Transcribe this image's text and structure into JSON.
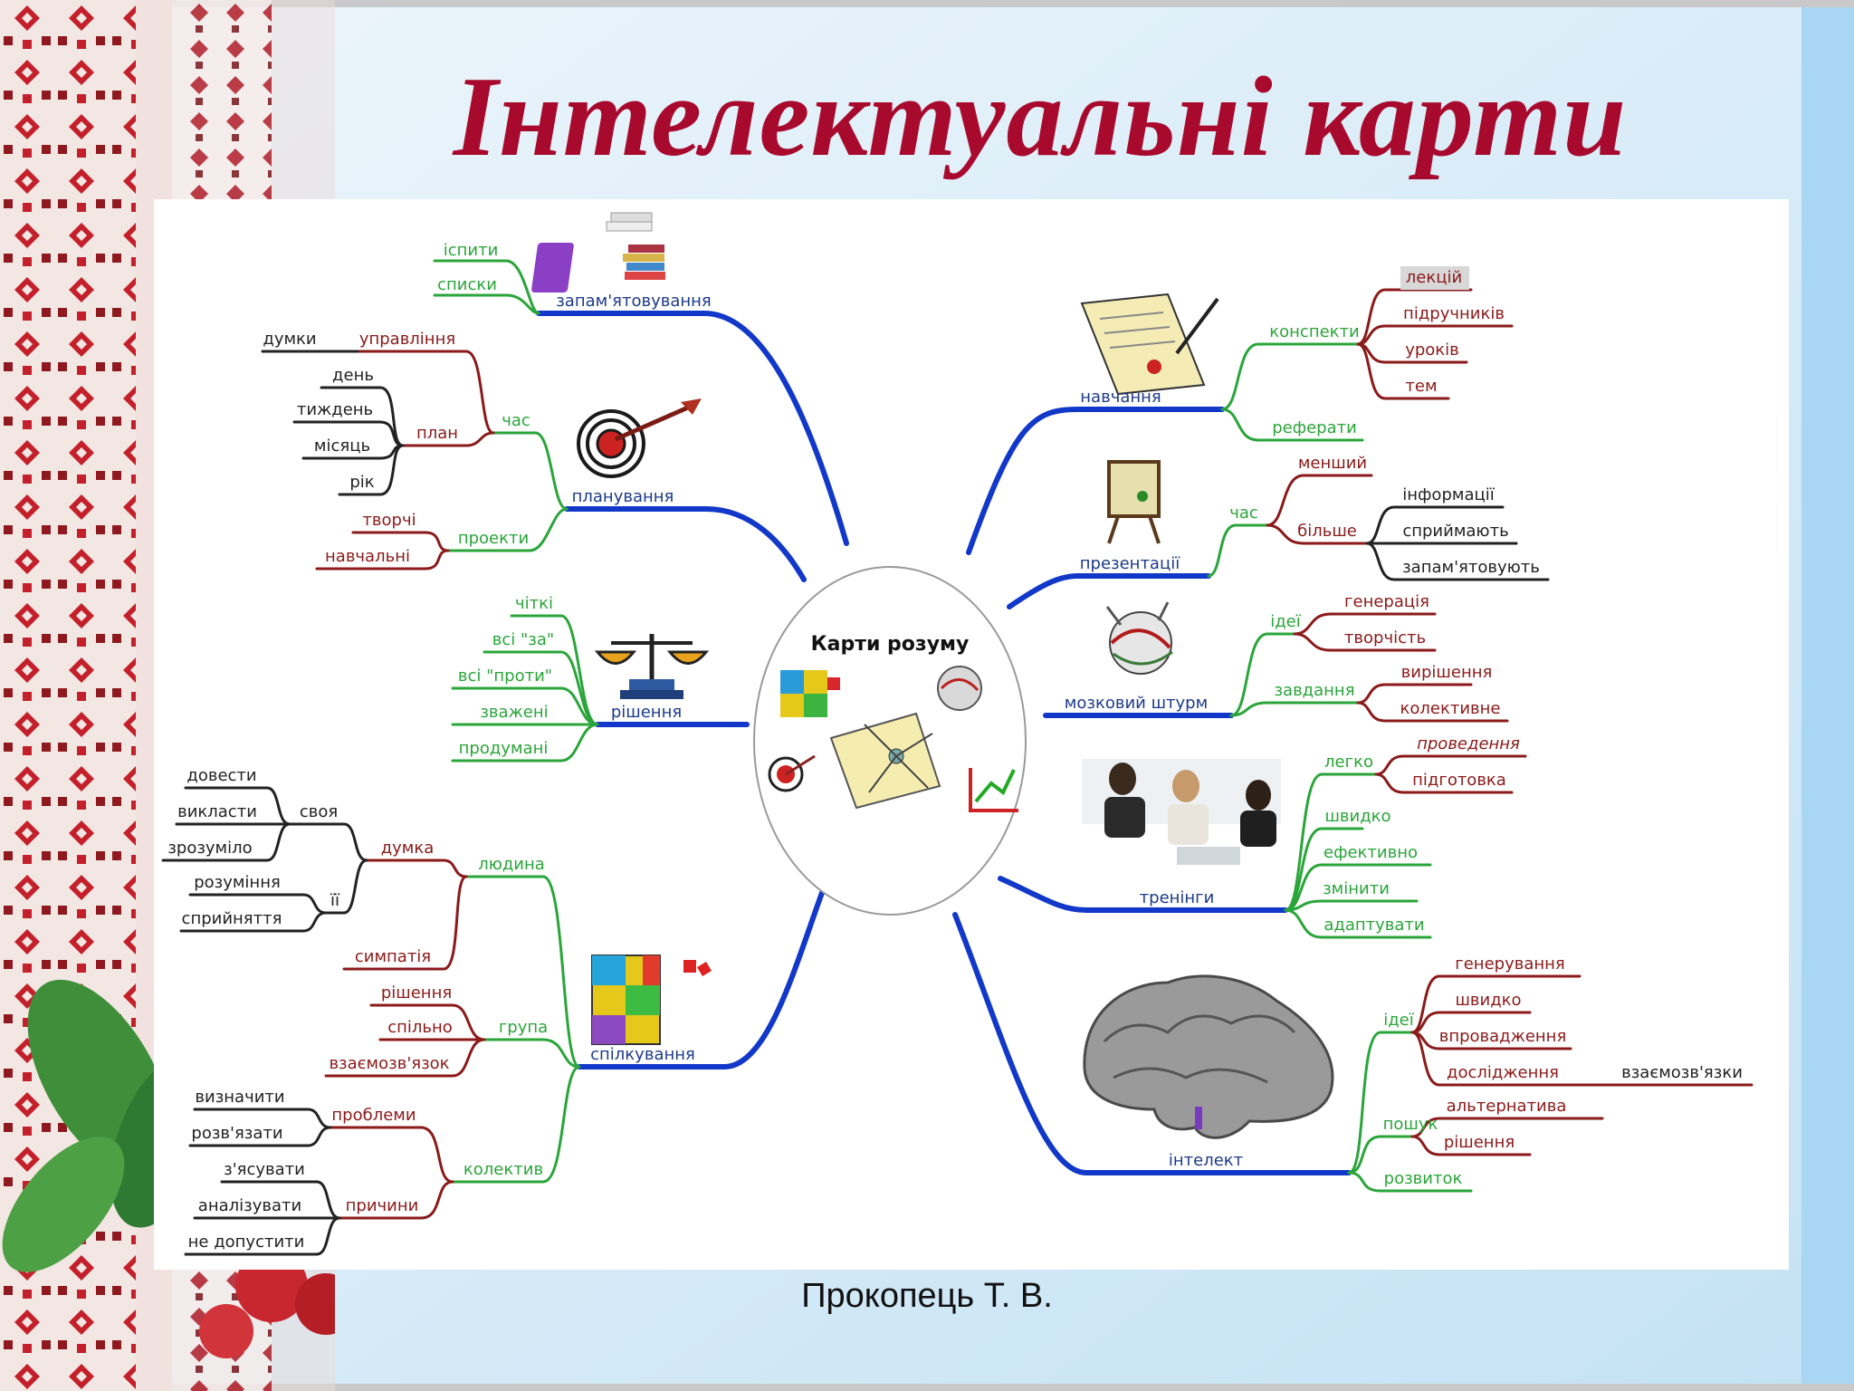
{
  "slide_title": "Інтелектуальні карти",
  "author": "Прокопець Т. В.",
  "center": "Карти розуму",
  "branches": {
    "zapam": {
      "label": "запам'ятовування",
      "children": [
        "іспити",
        "списки"
      ]
    },
    "planuv": {
      "label": "планування",
      "chas": {
        "label": "час",
        "upr": "управління",
        "dumky": "думки",
        "plan": {
          "label": "план",
          "items": [
            "день",
            "тиждень",
            "місяць",
            "рік"
          ]
        }
      },
      "proekty": {
        "label": "проекти",
        "items": [
          "творчі",
          "навчальні"
        ]
      }
    },
    "rishennia": {
      "label": "рішення",
      "children": [
        "чіткі",
        "всі \"за\"",
        "всі \"проти\"",
        "зважені",
        "продумані"
      ]
    },
    "spilk": {
      "label": "спілкування",
      "liudyna": {
        "label": "людина",
        "dumka": {
          "label": "думка",
          "svoia": {
            "label": "своя",
            "items": [
              "довести",
              "викласти",
              "зрозуміло"
            ]
          },
          "yii": {
            "label": "її",
            "items": [
              "розуміння",
              "сприйняття"
            ]
          }
        },
        "symp": "симпатія"
      },
      "grupa": {
        "label": "група",
        "items": [
          "рішення",
          "спільно",
          "взаємозв'язок"
        ]
      },
      "kolektyv": {
        "label": "колектив",
        "problemy": {
          "label": "проблеми",
          "items": [
            "визначити",
            "розв'язати"
          ]
        },
        "prychyny": {
          "label": "причини",
          "items": [
            "з'ясувати",
            "аналізувати",
            "не допустити"
          ]
        }
      }
    },
    "navch": {
      "label": "навчання",
      "konspekty": {
        "label": "конспекти",
        "items": [
          "лекцій",
          "підручників",
          "уроків",
          "тем"
        ]
      },
      "referaty": "реферати"
    },
    "prez": {
      "label": "презентації",
      "chas": {
        "label": "час",
        "menshyi": "менший",
        "bilshe": {
          "label": "більше",
          "items": [
            "інформації",
            "сприймають",
            "запам'ятовують"
          ]
        }
      }
    },
    "mozk": {
      "label": "мозковий штурм",
      "idei": {
        "label": "ідеї",
        "items": [
          "генерація",
          "творчість"
        ]
      },
      "zavd": {
        "label": "завдання",
        "items": [
          "вирішення",
          "колективне"
        ]
      }
    },
    "trening": {
      "label": "тренінги",
      "legko": {
        "label": "легко",
        "items": [
          "проведення",
          "підготовка"
        ]
      },
      "items": [
        "швидко",
        "ефективно",
        "змінити",
        "адаптувати"
      ]
    },
    "intelekt": {
      "label": "інтелект",
      "idei": {
        "label": "ідеї",
        "items": [
          "генерування",
          "швидко",
          "впровадження",
          "дослідження"
        ],
        "extra": "взаємозв'язки"
      },
      "poshuk": {
        "label": "пошук",
        "items": [
          "альтернатива",
          "рішення"
        ]
      },
      "rozvytok": "розвиток"
    }
  },
  "colors": {
    "title": "#a80a2e",
    "main_branch": "#1238c9",
    "green": "#2aa53a",
    "red": "#8b1a1a",
    "black": "#222222",
    "blue_text": "#1c3a8a"
  }
}
